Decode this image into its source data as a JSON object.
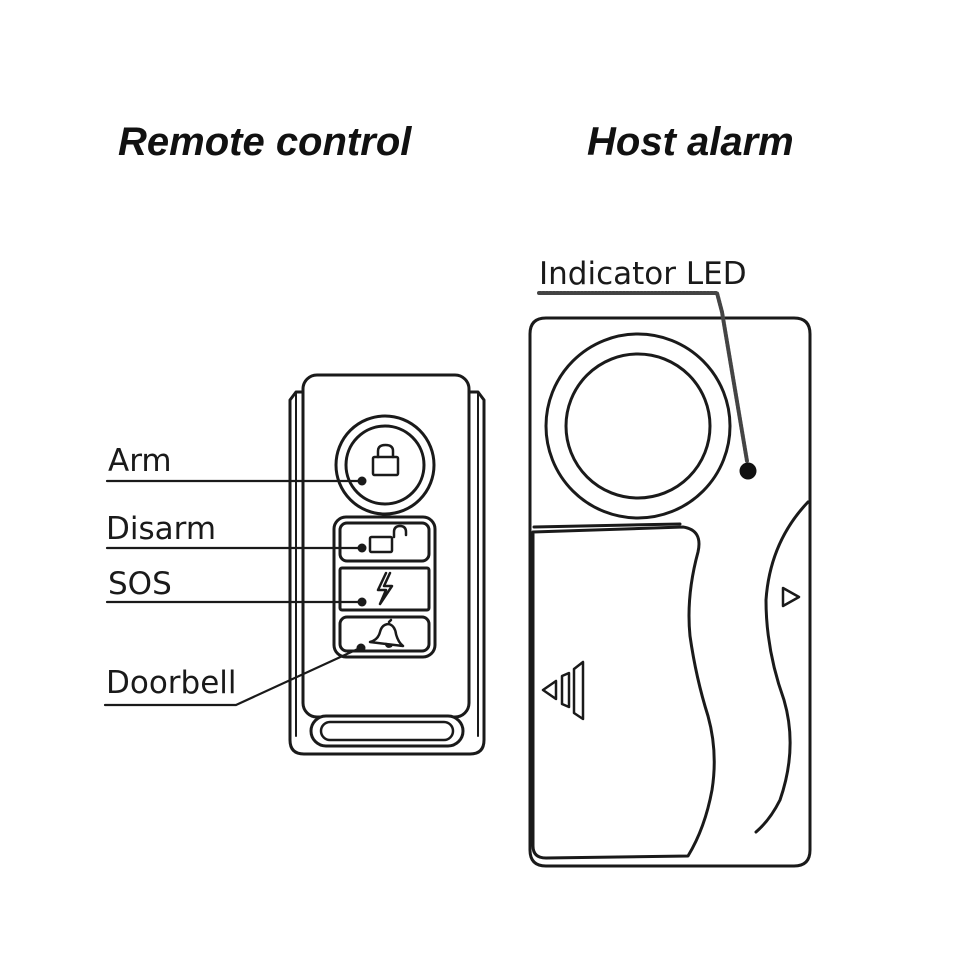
{
  "titles": {
    "remote": "Remote control",
    "host": "Host alarm"
  },
  "labels": {
    "arm": "Arm",
    "disarm": "Disarm",
    "sos": "SOS",
    "doorbell": "Doorbell",
    "indicator_led": "Indicator LED"
  },
  "colors": {
    "line": "#1a1a1a",
    "background": "#ffffff",
    "led": "#111111"
  },
  "icons": [
    "lock-icon",
    "unlock-icon",
    "lightning-icon",
    "bell-icon",
    "speaker-arrow-icon",
    "triangle-arrow-icon"
  ]
}
